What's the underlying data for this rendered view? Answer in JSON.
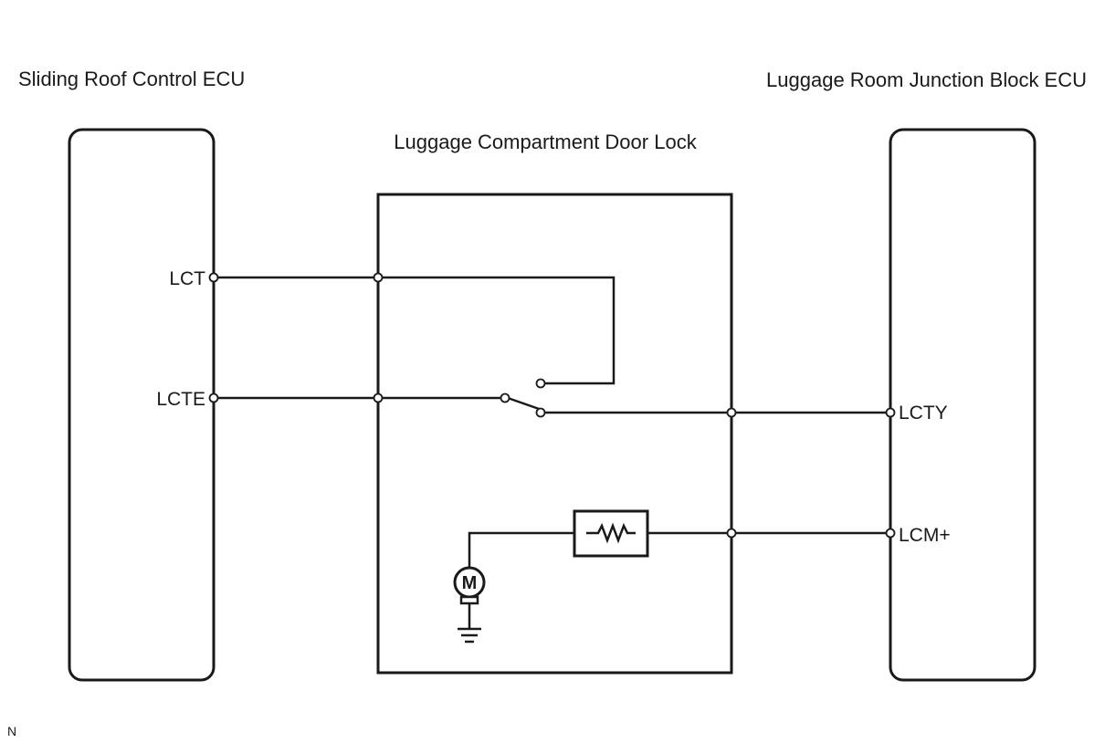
{
  "diagram": {
    "left_component_label": "Sliding Roof Control ECU",
    "right_component_label": "Luggage Room Junction Block ECU",
    "center_component_label": "Luggage Compartment Door Lock",
    "motor_symbol": "M",
    "corner_mark": "N",
    "terminals": {
      "lct": "LCT",
      "lcte": "LCTE",
      "lcty": "LCTY",
      "lcm_plus": "LCM+"
    },
    "icons": {
      "motor": "motor-icon",
      "resistor": "resistor-icon",
      "ground": "ground-icon",
      "switch": "switch-icon"
    }
  }
}
